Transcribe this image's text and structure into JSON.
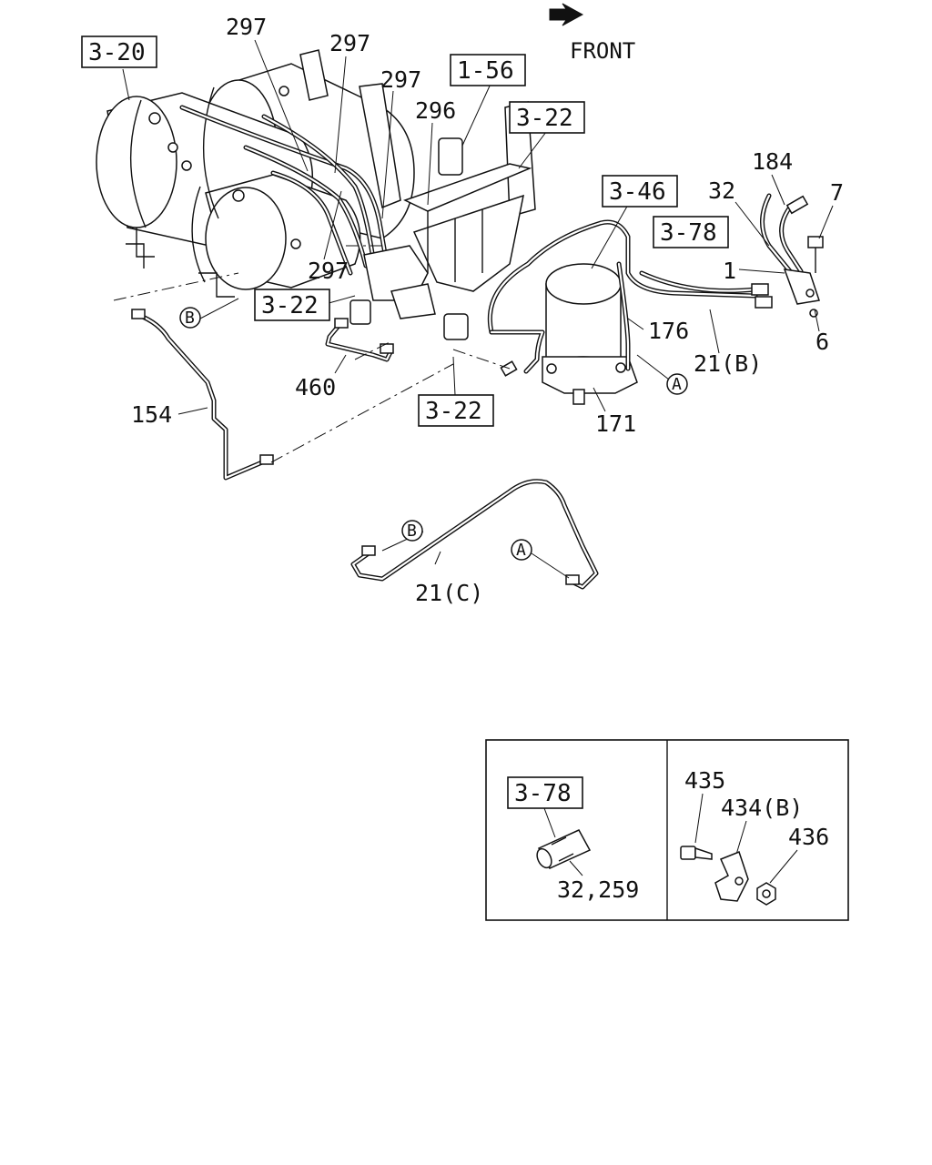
{
  "direction": {
    "label": "FRONT",
    "icon": "arrow-icon"
  },
  "references": {
    "r1": "3-20",
    "r2": "1-56",
    "r3": "3-22",
    "r4": "3-46",
    "r5": "3-78",
    "r6": "3-22",
    "r7": "3-22",
    "r8": "3-78"
  },
  "callouts": {
    "c297a": "297",
    "c297b": "297",
    "c297c": "297",
    "c297d": "297",
    "c296": "296",
    "c184": "184",
    "c32": "32",
    "c7": "7",
    "c1": "1",
    "c176": "176",
    "c21b": "21(B)",
    "c6": "6",
    "c460": "460",
    "c154": "154",
    "c171": "171",
    "c21c": "21(C)",
    "c32_259": "32,259",
    "c435": "435",
    "c434b": "434(B)",
    "c436": "436"
  },
  "markers": {
    "b1": "B",
    "a1": "A",
    "b2": "B",
    "a2": "A"
  }
}
